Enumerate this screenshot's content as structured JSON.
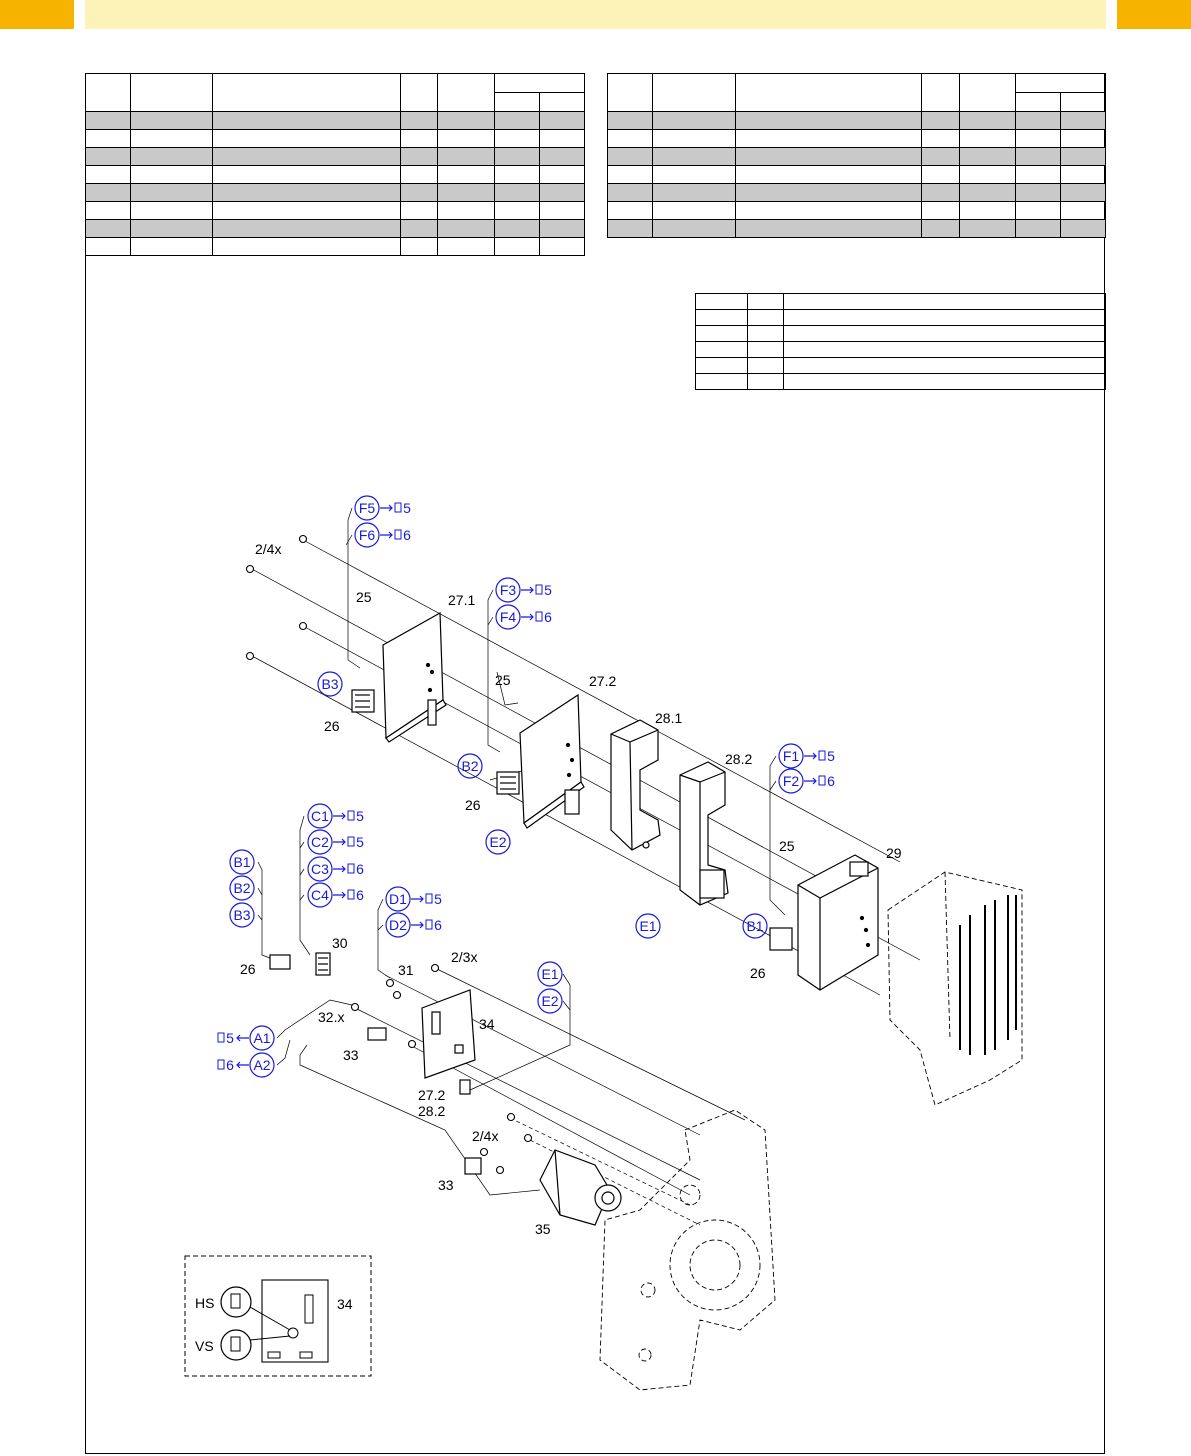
{
  "header": {
    "accent_color": "#f6b400",
    "band_color": "#fdf3b8"
  },
  "labels": {
    "l_2_4x_top": "2/4x",
    "l_25_a": "25",
    "l_27_1": "27.1",
    "l_26_a": "26",
    "l_25_b": "25",
    "l_27_2": "27.2",
    "l_26_b": "26",
    "l_28_1": "28.1",
    "l_28_2": "28.2",
    "l_25_c": "25",
    "l_29": "29",
    "l_26_c": "26",
    "l_30": "30",
    "l_26_d": "26",
    "l_31": "31",
    "l_2_3x": "2/3x",
    "l_32x": "32.x",
    "l_34": "34",
    "l_33": "33",
    "l_27_2b": "27.2",
    "l_28_2b": "28.2",
    "l_2_4x_bot": "2/4x",
    "l_33b": "33",
    "l_35": "35",
    "l_hs": "HS",
    "l_vs": "VS",
    "l_34b": "34"
  },
  "connectors": {
    "F5": {
      "id": "F5",
      "ref": "5"
    },
    "F6": {
      "id": "F6",
      "ref": "6"
    },
    "F3": {
      "id": "F3",
      "ref": "5"
    },
    "F4": {
      "id": "F4",
      "ref": "6"
    },
    "B3": {
      "id": "B3"
    },
    "B2": {
      "id": "B2"
    },
    "E2": {
      "id": "E2"
    },
    "F1": {
      "id": "F1",
      "ref": "5"
    },
    "F2": {
      "id": "F2",
      "ref": "6"
    },
    "E1": {
      "id": "E1"
    },
    "B1": {
      "id": "B1"
    },
    "C1": {
      "id": "C1",
      "ref": "5"
    },
    "C2": {
      "id": "C2",
      "ref": "5"
    },
    "C3": {
      "id": "C3",
      "ref": "6"
    },
    "C4": {
      "id": "C4",
      "ref": "6"
    },
    "LB1": {
      "id": "B1"
    },
    "LB2": {
      "id": "B2"
    },
    "LB3": {
      "id": "B3"
    },
    "D1": {
      "id": "D1",
      "ref": "5"
    },
    "D2": {
      "id": "D2",
      "ref": "6"
    },
    "E1b": {
      "id": "E1"
    },
    "E2b": {
      "id": "E2"
    },
    "A1": {
      "id": "A1",
      "ref": "5"
    },
    "A2": {
      "id": "A2",
      "ref": "6"
    }
  },
  "colors": {
    "connector": "#1a1ad6",
    "row_shade": "#c9c9c9"
  }
}
